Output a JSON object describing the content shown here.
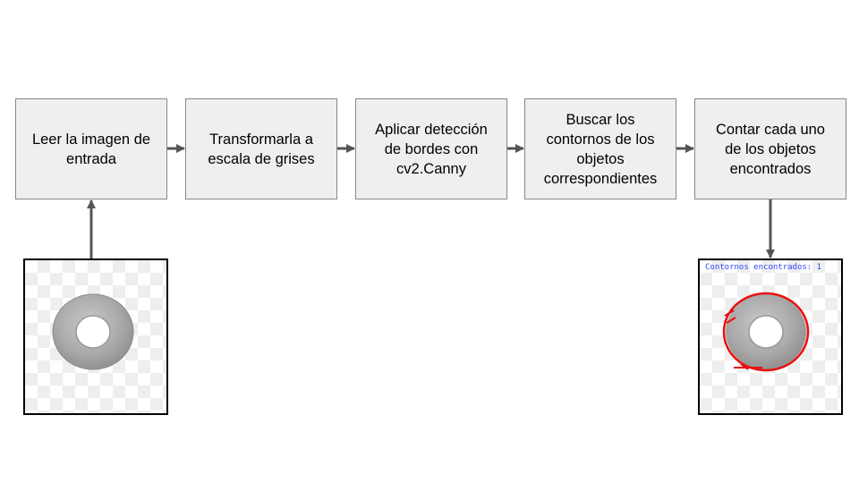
{
  "colors": {
    "box_fill": "#efefef",
    "box_border": "#888888",
    "arrow": "#555555",
    "contour": "#e81010",
    "caption_text": "#3344ff"
  },
  "steps": [
    {
      "label": "Leer la imagen de\nentrada"
    },
    {
      "label": "Transformarla a\nescala de grises"
    },
    {
      "label": "Aplicar detección\nde bordes con\ncv2.Canny"
    },
    {
      "label": "Buscar los\ncontornos de los\nobjetos\ncorrespondientes"
    },
    {
      "label": "Contar cada uno\nde los objetos\nencontrados"
    }
  ],
  "input_image": {
    "subject": "metal washer on transparent background"
  },
  "output_image": {
    "subject": "metal washer with red detected contour",
    "caption": "Contornos encontrados: 1"
  }
}
